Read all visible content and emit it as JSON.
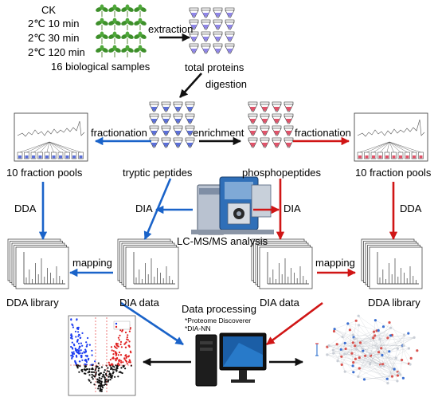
{
  "conditions": [
    "CK",
    "2℃ 10 min",
    "2℃ 30 min",
    "2℃ 120 min"
  ],
  "labels": {
    "samples": "16 biological samples",
    "proteins": "total proteins",
    "extraction": "extraction",
    "digestion": "digestion",
    "fractionation_left": "fractionation",
    "enrichment": "enrichment",
    "fractionation_right": "fractionation",
    "pools_left": "10 fraction pools",
    "tryptic": "tryptic peptides",
    "phospho": "phosphopeptides",
    "pools_right": "10 fraction pools",
    "dda_left": "DDA",
    "dia_left": "DIA",
    "dia_right": "DIA",
    "dda_right": "DDA",
    "lcms": "LC-MS/MS analysis",
    "mapping_left": "mapping",
    "mapping_right": "mapping",
    "dda_lib_left": "DDA library",
    "dia_data_left": "DIA  data",
    "dia_data_right": "DIA  data",
    "dda_lib_right": "DDA library",
    "data_processing": "Data processing",
    "software": [
      "*Proteome Discoverer",
      "*DIA-NN"
    ]
  },
  "colors": {
    "blue_arrow": "#1a63c9",
    "red_arrow": "#d01515",
    "black_arrow": "#111111",
    "tube_purple": "#8f86e8",
    "tube_red": "#e0536a",
    "tube_blue": "#5b6fd8",
    "plant_green": "#3d8f2a",
    "volcano_blue": "#1c3cf0",
    "volcano_red": "#e02020"
  },
  "icons": [
    "plant-icon",
    "tube-icon",
    "chromatogram-icon",
    "spectrum-stack-icon",
    "mass-spectrometer-icon",
    "computer-icon",
    "volcano-plot-icon",
    "network-icon"
  ]
}
